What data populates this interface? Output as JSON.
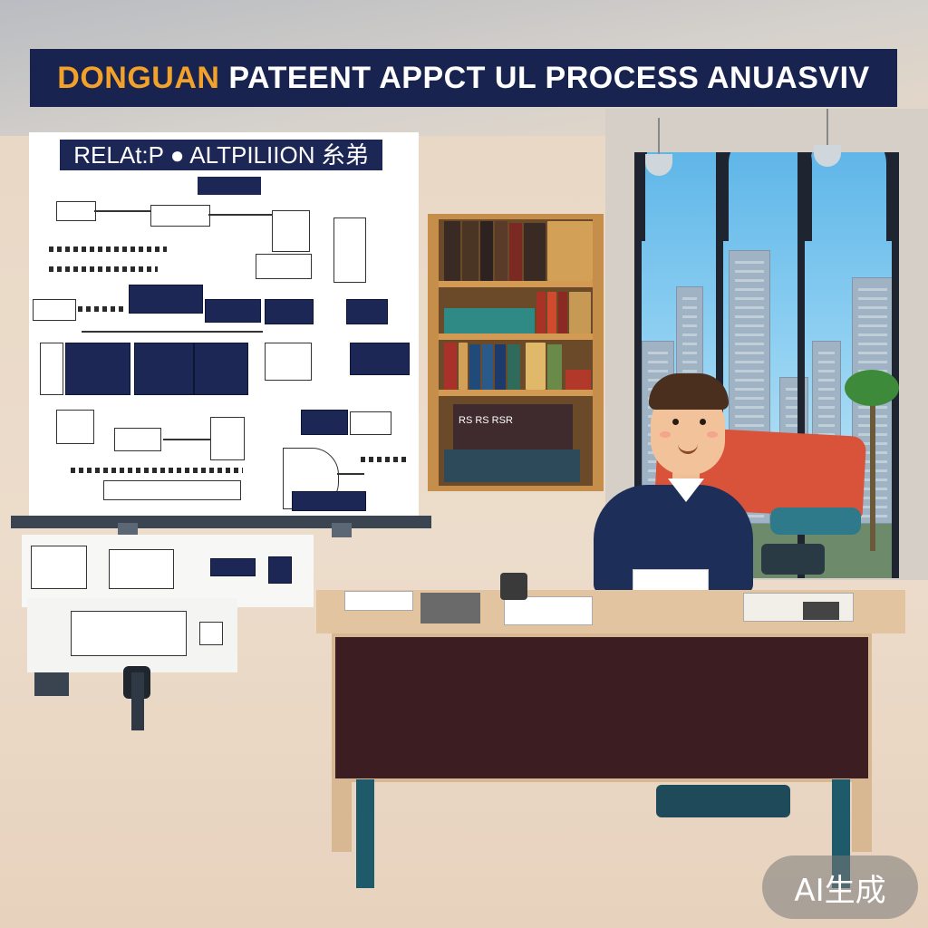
{
  "banner": {
    "accent_text": "DONGUAN",
    "rest_text": " PATEENT APPCT UL PROCESS ANUASVIV"
  },
  "board": {
    "title": "RELAt:P ● ALTPILIION 糸弟"
  },
  "shelf": {
    "sign_text": "RS RS RSR"
  },
  "watermark": {
    "text": "AI生成"
  },
  "colors": {
    "banner_bg": "#18244f",
    "banner_accent": "#f2a12a",
    "desk_front": "#3c1e22",
    "chair": "#d9533a",
    "shirt": "#1d2e58"
  }
}
